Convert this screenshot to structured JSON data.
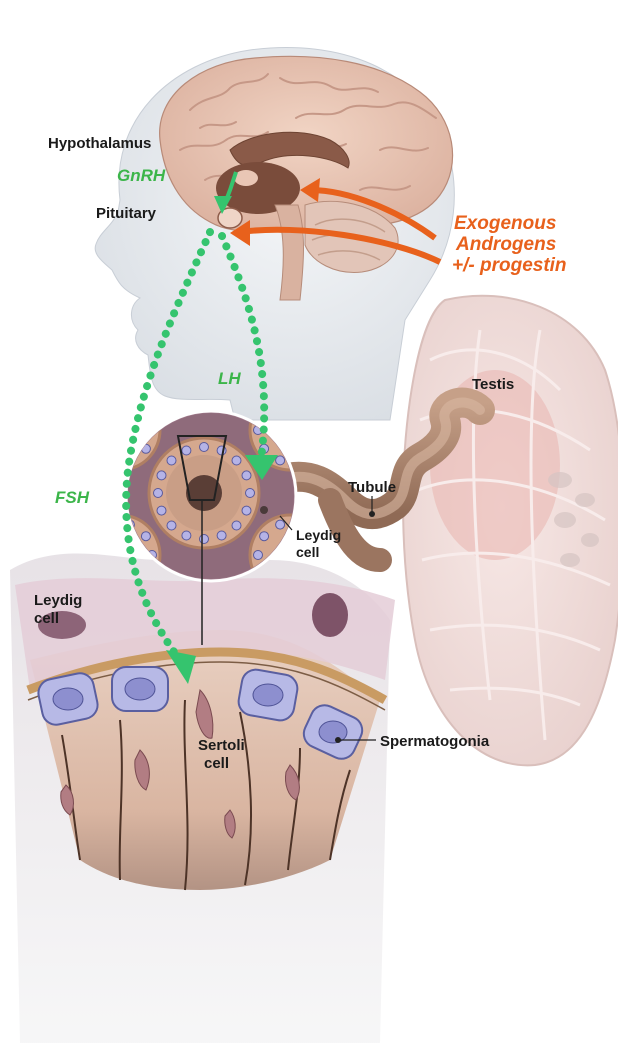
{
  "labels": {
    "hypothalamus": "Hypothalamus",
    "gnrh": "GnRH",
    "pituitary": "Pituitary",
    "exogenous_line1": "Exogenous",
    "exogenous_line2": "Androgens",
    "exogenous_line3": "+/- progestin",
    "lh": "LH",
    "testis": "Testis",
    "tubule": "Tubule",
    "fsh": "FSH",
    "leydig_inset_line1": "Leydig",
    "leydig_inset_line2": "cell",
    "leydig_main_line1": "Leydig",
    "leydig_main_line2": "cell",
    "sertoli_line1": "Sertoli",
    "sertoli_line2": "cell",
    "spermatogonia": "Spermatogonia"
  },
  "colors": {
    "hormone_arrow": "#35c46e",
    "exogenous_arrow": "#e8611c",
    "hormone_text": "#3cb54a",
    "exogenous_text": "#e8611c"
  }
}
